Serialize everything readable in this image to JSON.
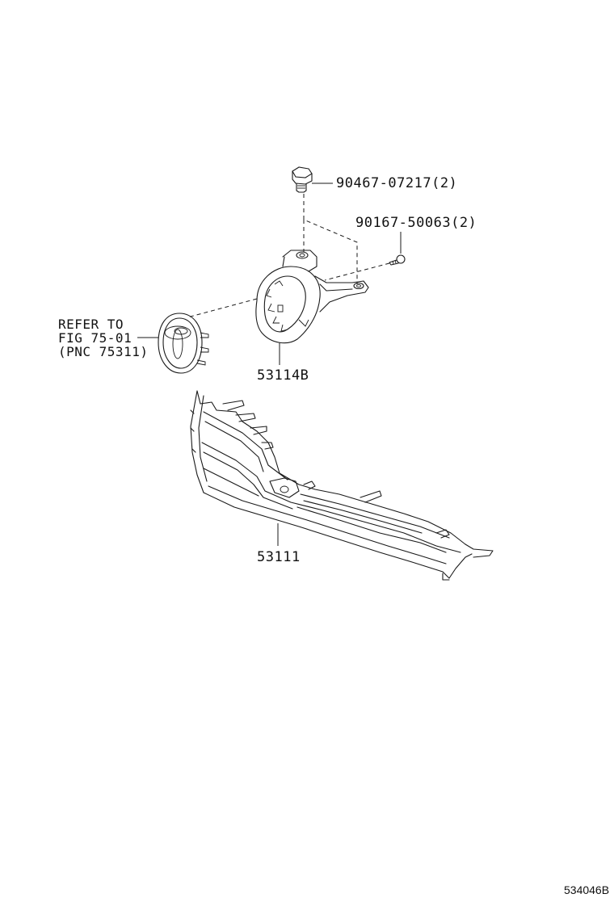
{
  "diagram": {
    "parts": [
      {
        "id": "bolt",
        "label": "90467-07217(2)"
      },
      {
        "id": "screw",
        "label": "90167-50063(2)"
      },
      {
        "id": "emblem-bracket",
        "label": "53114B"
      },
      {
        "id": "radiator-grille",
        "label": "53111"
      }
    ],
    "reference": {
      "line1": "REFER TO",
      "line2": "FIG 75-01",
      "line3": "(PNC 75311)"
    },
    "figure_id": "534046B"
  }
}
